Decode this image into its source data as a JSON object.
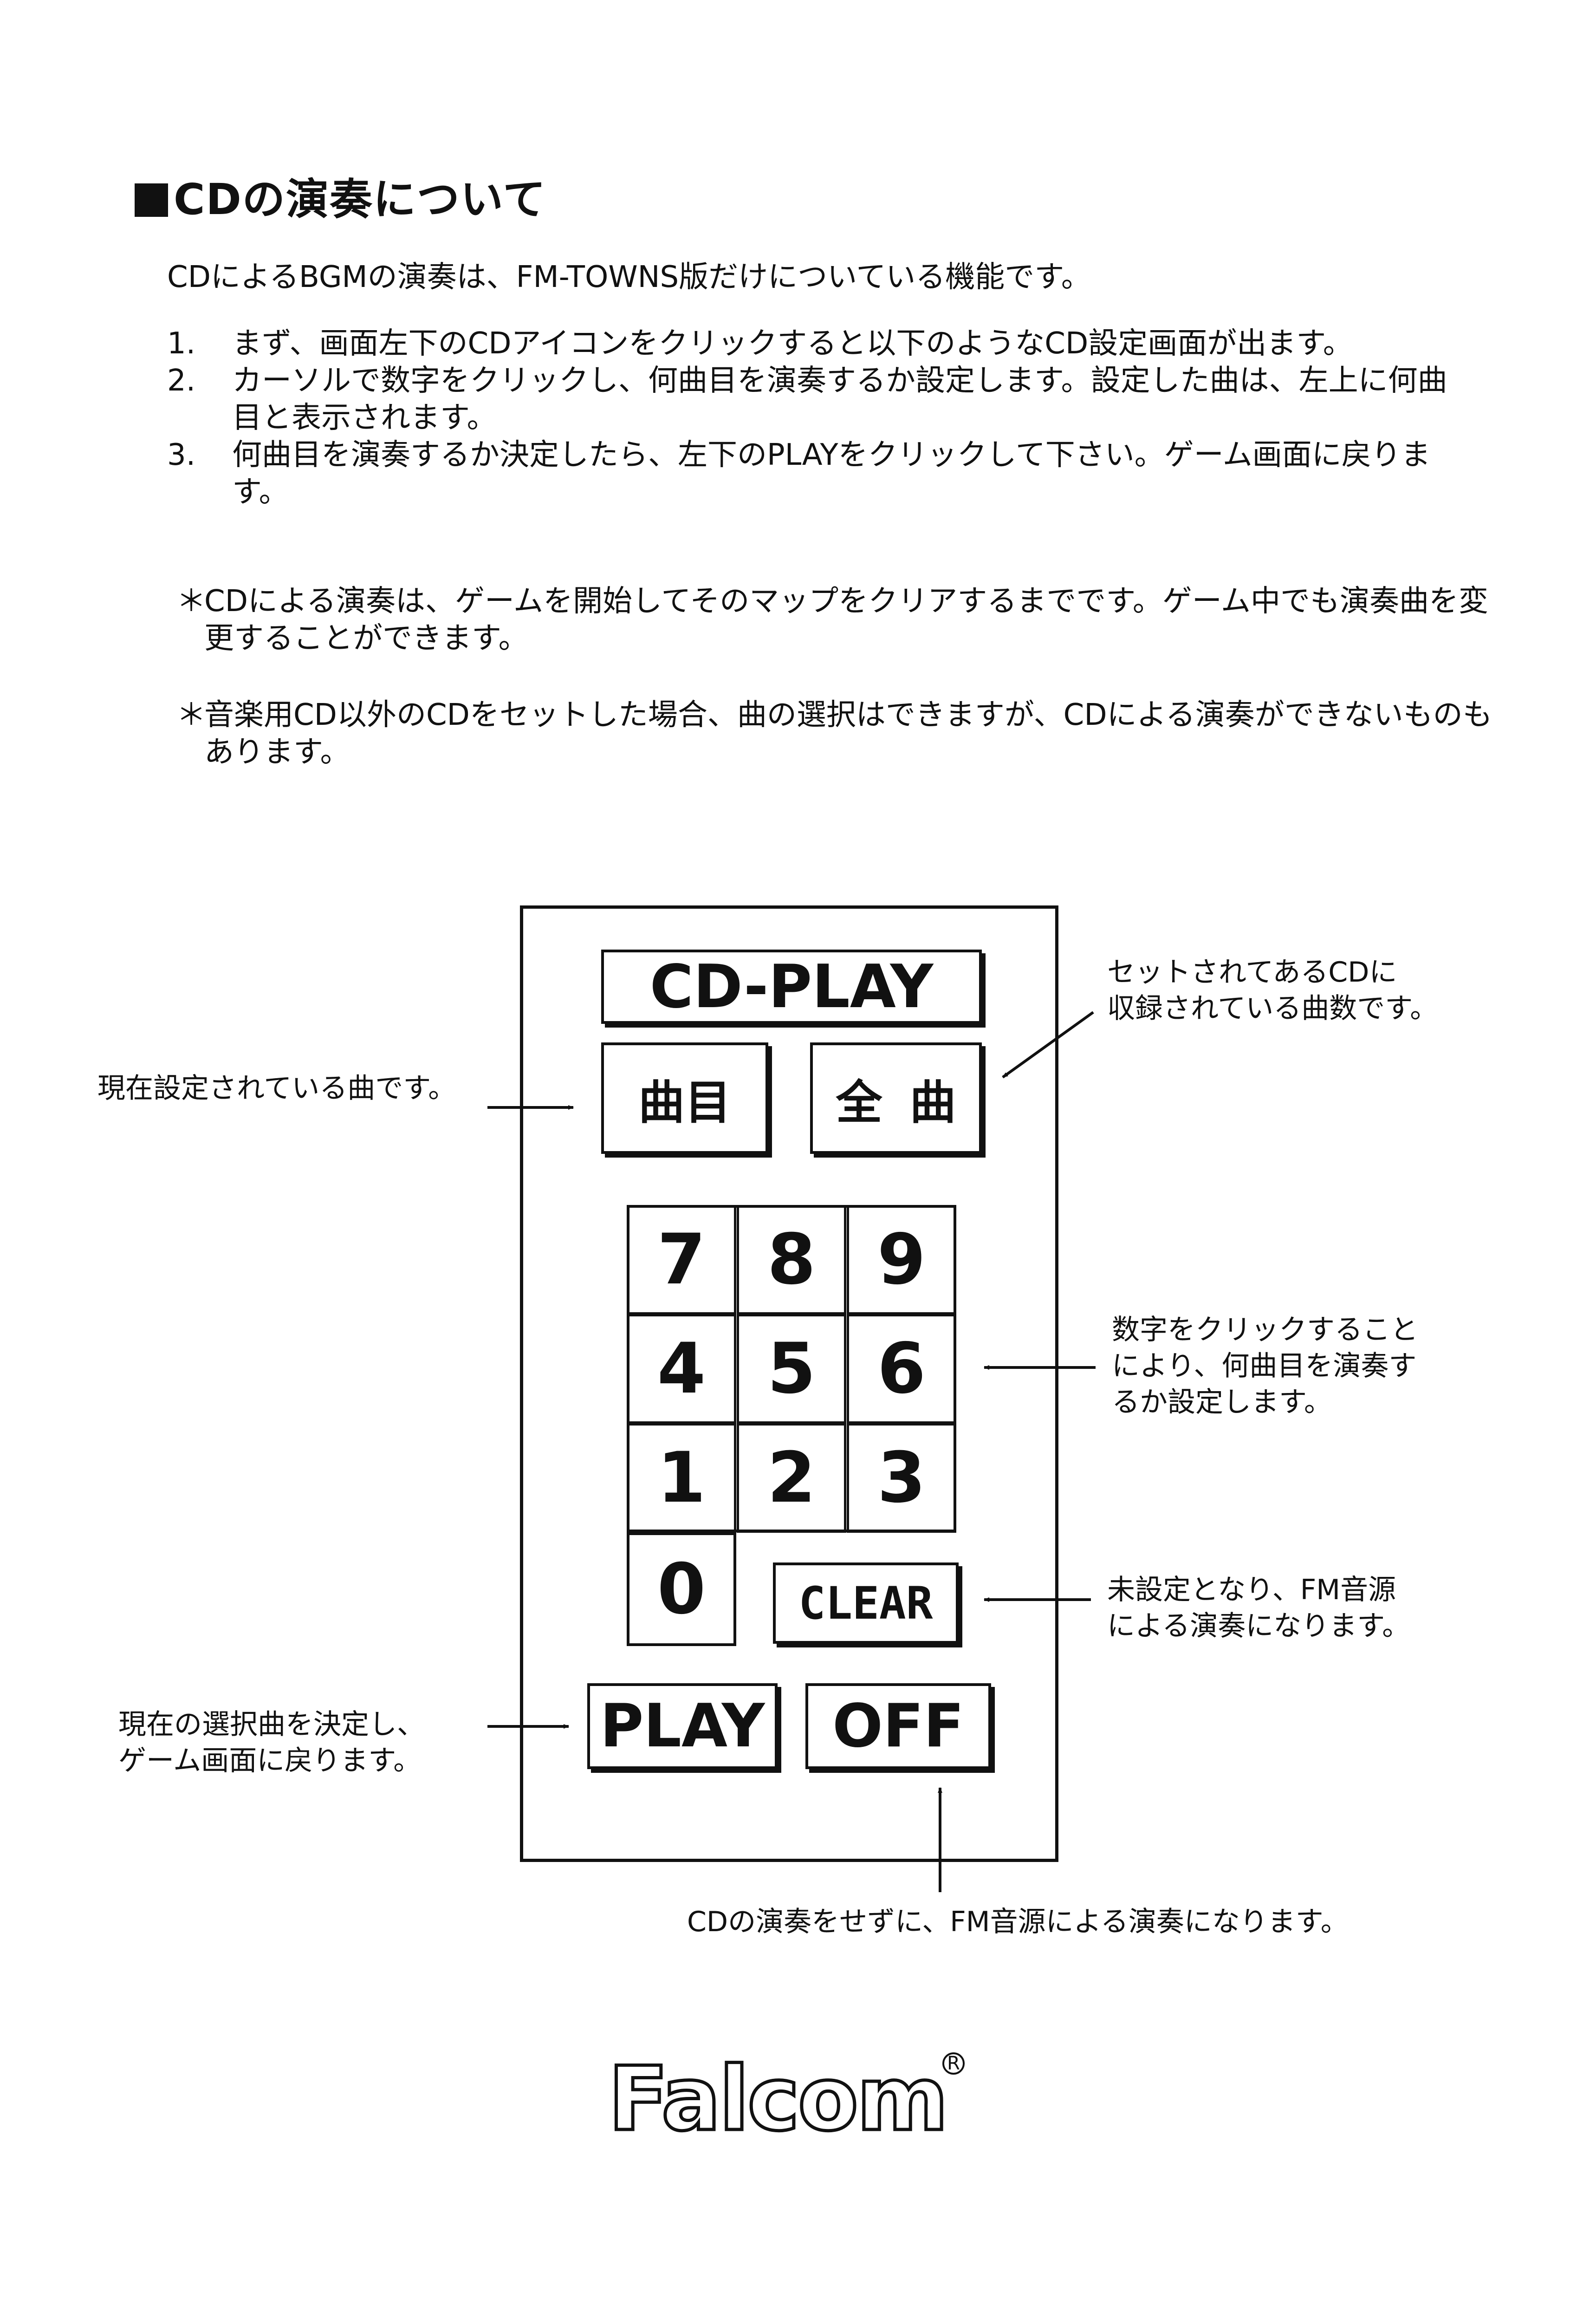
{
  "heading": "CDの演奏について",
  "intro": "CDによるBGMの演奏は、FM-TOWNS版だけについている機能です。",
  "steps": [
    {
      "num": "1.",
      "text": "まず、画面左下のCDアイコンをクリックすると以下のようなCD設定画面が出ます。"
    },
    {
      "num": "2.",
      "text": "カーソルで数字をクリックし、何曲目を演奏するか設定します。設定した曲は、左上に何曲目と表示されます。"
    },
    {
      "num": "3.",
      "text": "何曲目を演奏するか決定したら、左下のPLAYをクリックして下さい。ゲーム画面に戻ります。"
    }
  ],
  "notes": [
    {
      "mark": "＊",
      "text": "CDによる演奏は、ゲームを開始してそのマップをクリアするまでです。ゲーム中でも演奏曲を変更することができます。"
    },
    {
      "mark": "＊",
      "text": "音楽用CD以外のCDをセットした場合、曲の選択はできますが、CDによる演奏ができないものもあります。"
    }
  ],
  "panel": {
    "title": "CD-PLAY",
    "current_track": "曲目",
    "all_tracks_left": "全",
    "all_tracks_right": "曲",
    "keys": [
      "7",
      "8",
      "9",
      "4",
      "5",
      "6",
      "1",
      "2",
      "3"
    ],
    "zero": "0",
    "clear": "CLEAR",
    "play": "PLAY",
    "off": "OFF"
  },
  "callouts": {
    "total_line1": "セットされてあるCDに",
    "total_line2": "収録されている曲数です。",
    "current": "現在設定されている曲です。",
    "digits_line1": "数字をクリックすること",
    "digits_line2": "により、何曲目を演奏す",
    "digits_line3": "るか設定します。",
    "clear_line1": "未設定となり、FM音源",
    "clear_line2": "による演奏になります。",
    "play_line1": "現在の選択曲を決定し、",
    "play_line2": "ゲーム画面に戻ります。",
    "off": "CDの演奏をせずに、FM音源による演奏になります。"
  },
  "logo": "Falcom",
  "logo_mark": "R"
}
